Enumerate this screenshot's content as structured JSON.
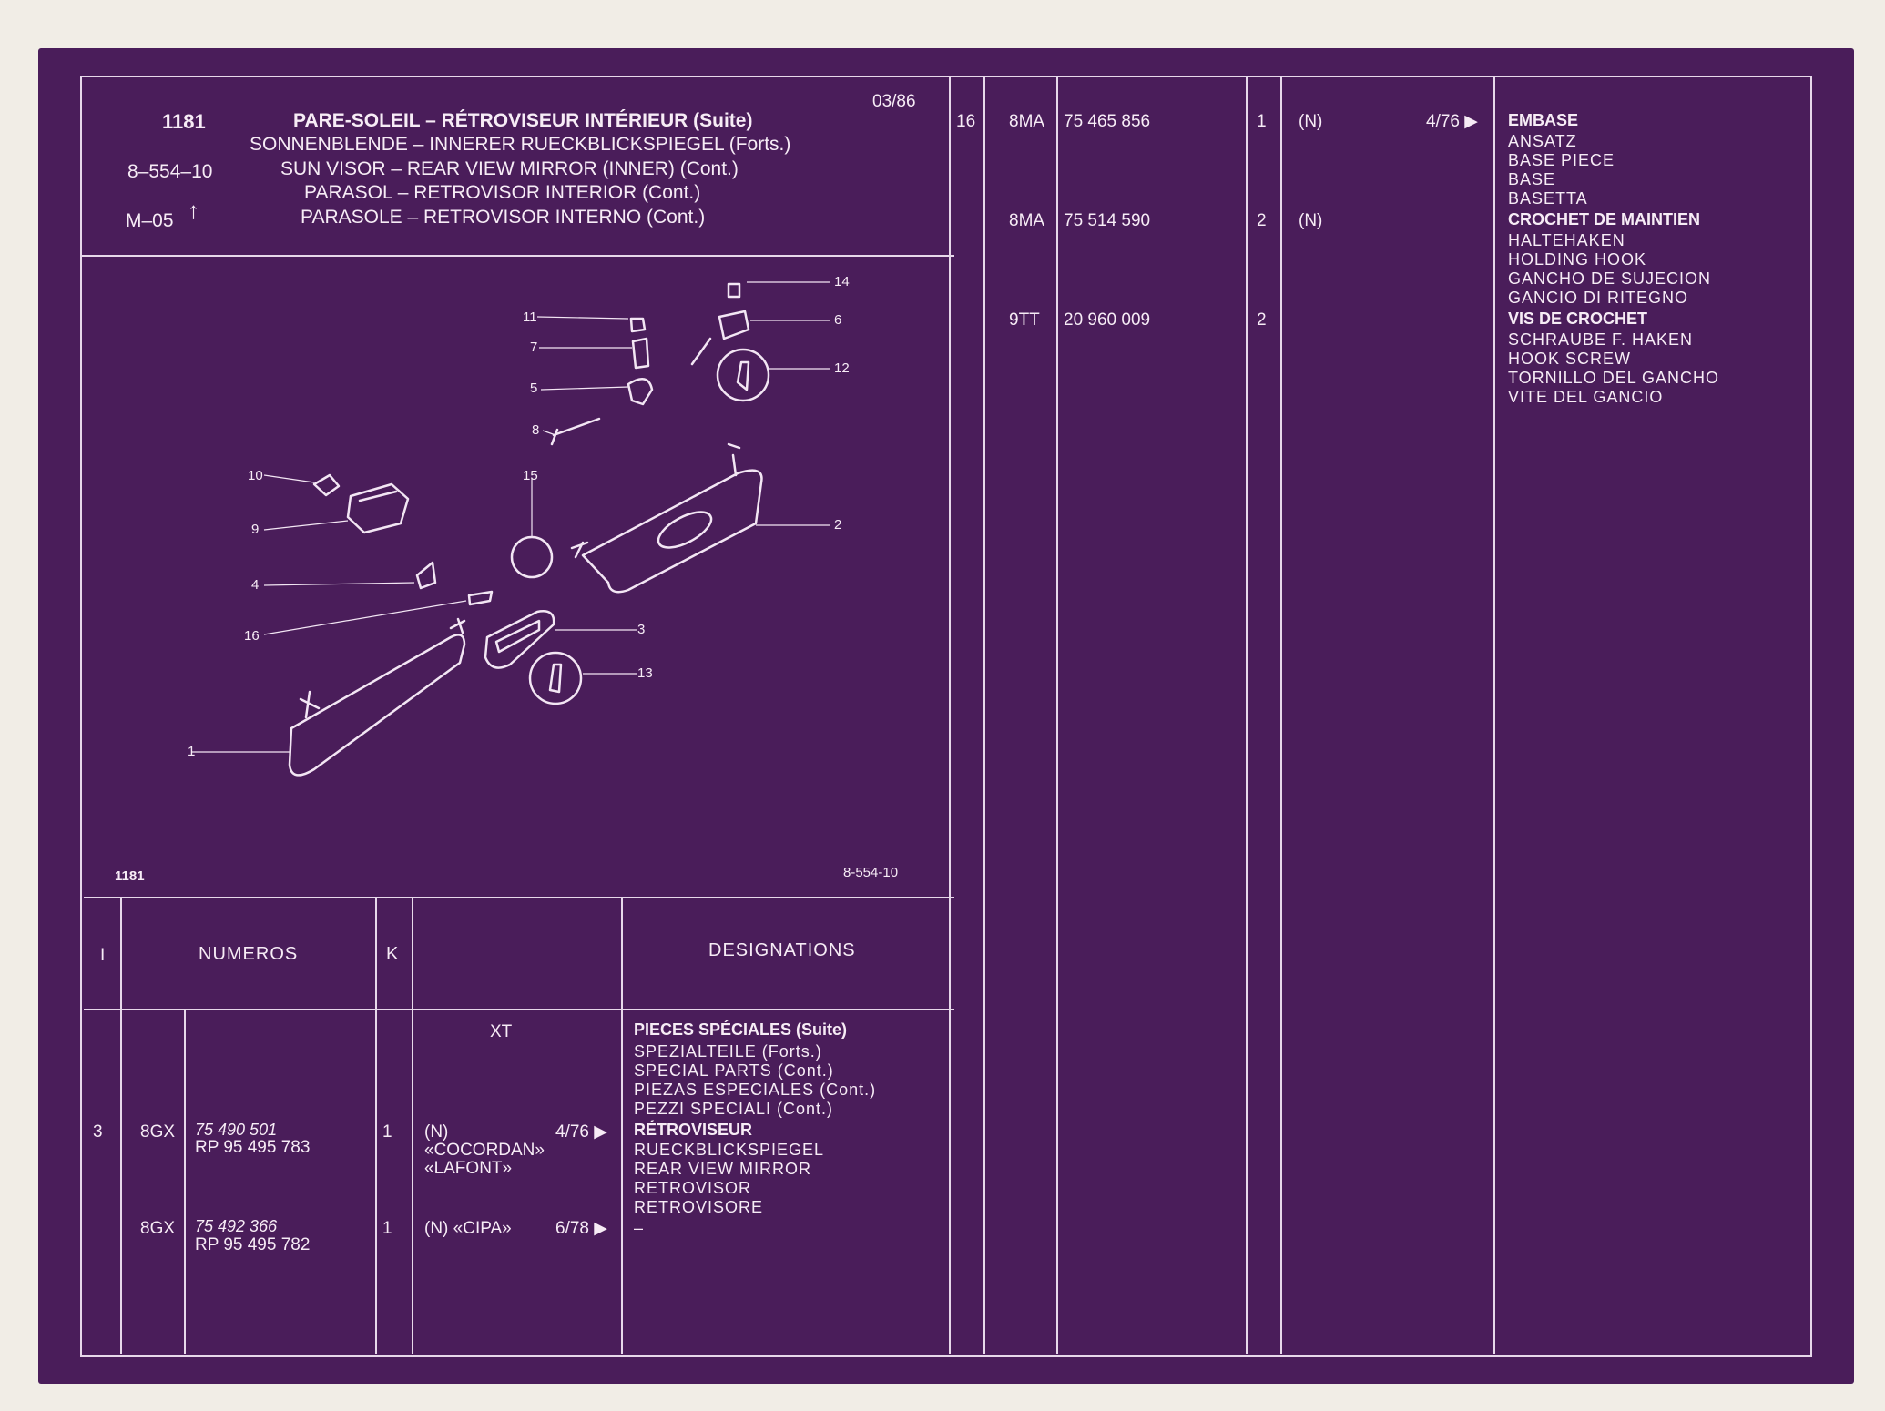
{
  "header": {
    "group": "1181",
    "ref": "8–554–10",
    "mref": "M–05",
    "date": "03/86",
    "titles": [
      "PARE-SOLEIL – RÉTROVISEUR INTÉRIEUR (Suite)",
      "SONNENBLENDE – INNERER RUECKBLICKSPIEGEL (Forts.)",
      "SUN VISOR – REAR VIEW MIRROR (INNER) (Cont.)",
      "PARASOL – RETROVISOR INTERIOR (Cont.)",
      "PARASOLE – RETROVISOR INTERNO (Cont.)"
    ]
  },
  "illustration": {
    "caption_left": "1181",
    "caption_right": "8-554-10",
    "callouts": [
      "14",
      "6",
      "11",
      "7",
      "5",
      "12",
      "8",
      "15",
      "10",
      "9",
      "2",
      "4",
      "16",
      "3",
      "13",
      "1"
    ]
  },
  "table_header": {
    "col_i": "I",
    "col_numeros": "NUMEROS",
    "col_k": "K",
    "col_designations": "DESIGNATIONS"
  },
  "left_table": {
    "section_code": "XT",
    "section_lines": [
      "PIECES SPÉCIALES (Suite)",
      "SPEZIALTEILE (Forts.)",
      "SPECIAL PARTS (Cont.)",
      "PIEZAS ESPECIALES (Cont.)",
      "PEZZI SPECIALI (Cont.)"
    ],
    "rows": [
      {
        "item": "3",
        "code": "8GX",
        "number": "75 490 501",
        "rp": "RP 95 495 783",
        "qty": "1",
        "note_lines": [
          "(N)",
          "«COCORDAN»",
          "«LAFONT»"
        ],
        "date": "4/76 ▶",
        "desc_lines": [
          "RÉTROVISEUR",
          "RUECKBLICKSPIEGEL",
          "REAR VIEW MIRROR",
          "RETROVISOR",
          "RETROVISORE"
        ]
      },
      {
        "item": "",
        "code": "8GX",
        "number": "75 492 366",
        "rp": "RP 95 495 782",
        "qty": "1",
        "note_lines": [
          "(N) «CIPA»"
        ],
        "date": "6/78 ▶",
        "desc_lines": [
          "–"
        ]
      }
    ]
  },
  "right_table": {
    "rows": [
      {
        "item": "16",
        "code": "8MA",
        "number": "75 465 856",
        "qty": "1",
        "note": "(N)",
        "date": "4/76 ▶",
        "desc_lines": [
          "EMBASE",
          "ANSATZ",
          "BASE PIECE",
          "BASE",
          "BASETTA"
        ]
      },
      {
        "item": "",
        "code": "8MA",
        "number": "75 514 590",
        "qty": "2",
        "note": "(N)",
        "date": "",
        "desc_lines": [
          "CROCHET DE MAINTIEN",
          "HALTEHAKEN",
          "HOLDING HOOK",
          "GANCHO DE SUJECION",
          "GANCIO DI RITEGNO"
        ]
      },
      {
        "item": "",
        "code": "9TT",
        "number": "20 960 009",
        "qty": "2",
        "note": "",
        "date": "",
        "desc_lines": [
          "VIS DE CROCHET",
          "SCHRAUBE F. HAKEN",
          "HOOK SCREW",
          "TORNILLO DEL GANCHO",
          "VITE DEL GANCIO"
        ]
      }
    ]
  },
  "colors": {
    "background": "#4a1d5a",
    "lines": "#e7d8ea",
    "paper": "#f1ede6"
  }
}
